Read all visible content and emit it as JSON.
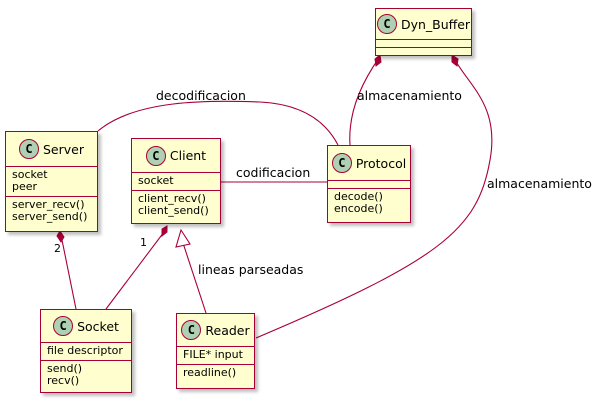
{
  "classes": {
    "dyn_buffer": {
      "name": "Dyn_Buffer",
      "stereotype": "C",
      "attributes": [],
      "methods": []
    },
    "server": {
      "name": "Server",
      "stereotype": "C",
      "attributes": [
        "socket",
        "peer"
      ],
      "methods": [
        "server_recv()",
        "server_send()"
      ]
    },
    "client": {
      "name": "Client",
      "stereotype": "C",
      "attributes": [
        "socket"
      ],
      "methods": [
        "client_recv()",
        "client_send()"
      ]
    },
    "protocol": {
      "name": "Protocol",
      "stereotype": "C",
      "attributes": [],
      "methods": [
        "decode()",
        "encode()"
      ]
    },
    "socket": {
      "name": "Socket",
      "stereotype": "C",
      "attributes": [
        "file descriptor"
      ],
      "methods": [
        "send()",
        "recv()"
      ]
    },
    "reader": {
      "name": "Reader",
      "stereotype": "C",
      "attributes": [
        "FILE* input"
      ],
      "methods": [
        "readline()"
      ]
    }
  },
  "relations": {
    "server_protocol": {
      "label": "decodificacion",
      "kind": "association"
    },
    "client_protocol": {
      "label": "codificacion",
      "kind": "association"
    },
    "dynbuffer_protocol": {
      "label": "almacenamiento",
      "kind": "composition"
    },
    "dynbuffer_reader": {
      "label": "almacenamiento",
      "kind": "composition"
    },
    "server_socket": {
      "label": "",
      "multiplicity": "2",
      "kind": "composition"
    },
    "client_socket": {
      "label": "",
      "multiplicity": "1",
      "kind": "composition"
    },
    "client_reader": {
      "label": "lineas parseadas",
      "kind": "generalization"
    }
  },
  "colors": {
    "class_fill": "#fefece",
    "class_border": "#a80036",
    "stereotype_fill": "#add1b2",
    "edge": "#a80036"
  }
}
